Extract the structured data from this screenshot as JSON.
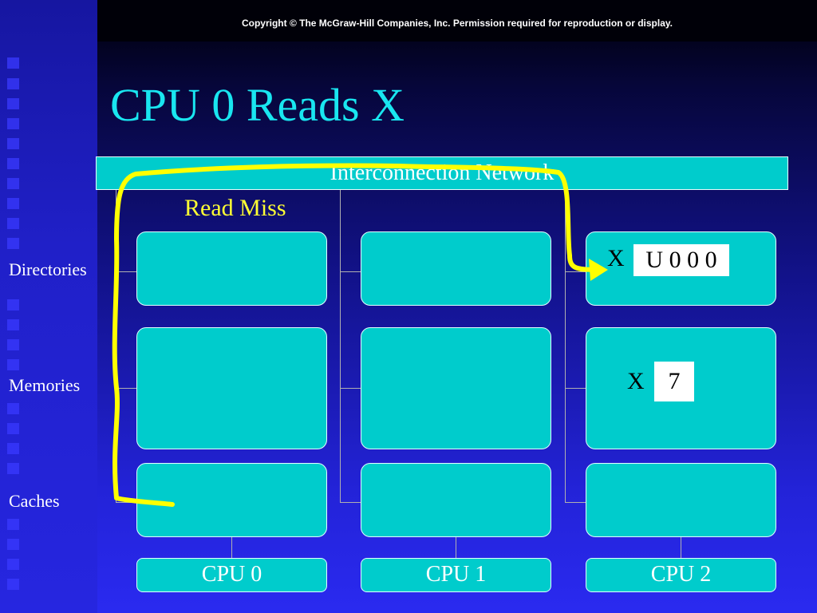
{
  "copyright": "Copyright © The McGraw-Hill Companies, Inc. Permission required for reproduction or display.",
  "title": "CPU 0 Reads X",
  "network_label": "Interconnection Network",
  "annotation": "Read Miss",
  "row_labels": {
    "directories": "Directories",
    "memories": "Memories",
    "caches": "Caches"
  },
  "cpus": [
    "CPU 0",
    "CPU 1",
    "CPU 2"
  ],
  "directory_entry": {
    "label": "X",
    "value": "U 0 0 0"
  },
  "memory_entry": {
    "label": "X",
    "value": "7"
  },
  "colors": {
    "node_fill": "#00cccc",
    "title": "#19e6f0",
    "annotation": "#ffff33",
    "arrow": "#ffff00"
  }
}
